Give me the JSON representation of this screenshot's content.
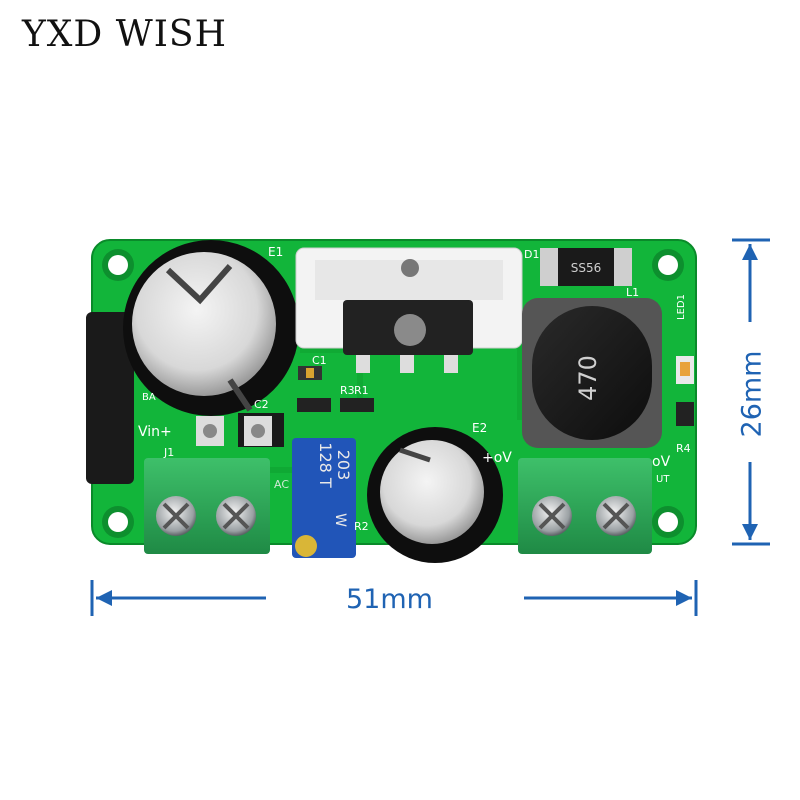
{
  "watermark": {
    "text": "YXD WISH"
  },
  "board": {
    "silkscreen": {
      "e1": "E1",
      "e2": "E2",
      "c1": "C1",
      "c2": "C2",
      "r1": "R1",
      "r2": "R2",
      "r3": "R3",
      "r4": "R4",
      "j1": "J1",
      "l1": "L1",
      "d1": "D1",
      "led1": "LED1",
      "vin": "Vin+",
      "ac": "AC",
      "plus_ov": "+oV",
      "ov": "oV",
      "ut": "UT",
      "ba": "BA"
    },
    "diode_marking": "SS56",
    "inductor_marking": "470",
    "trimmer_marking": "203",
    "trimmer_line2": "128 T",
    "trimmer_line3": "W"
  },
  "dimensions": {
    "width_label": "51mm",
    "height_label": "26mm",
    "color": "#1f63b3"
  }
}
